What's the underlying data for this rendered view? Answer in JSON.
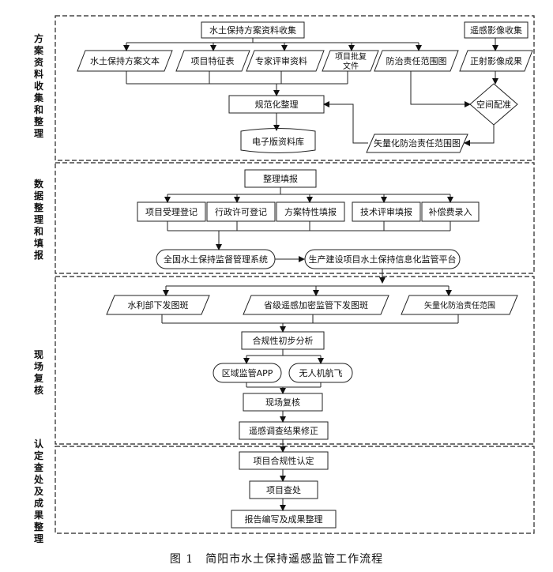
{
  "sections": {
    "s1": "方案资料收集和整理",
    "s2": "数据整理和填报",
    "s3": "现场复核",
    "s4": "认定查处及成果整理"
  },
  "nodes": {
    "collect": "水土保持方案资料收集",
    "rs_collect": "遥感影像收集",
    "doc_text": "水土保持方案文本",
    "feature_table": "项目特征表",
    "expert_review": "专家评审资料",
    "approval_1": "项目批复",
    "approval_2": "文件",
    "resp_map": "防治责任范围图",
    "ortho": "正射影像成果",
    "normalize": "规范化整理",
    "spatial_reg": "空间配准",
    "vector_resp": "矢量化防治责任范围图",
    "e_db": "电子版资料库",
    "fill_report": "整理填报",
    "reg_accept": "项目受理登记",
    "admin_permit": "行政许可登记",
    "plan_feature": "方案特性填报",
    "tech_review": "技术评审填报",
    "compensation": "补偿费录入",
    "nat_system": "全国水土保持监督管理系统",
    "prod_platform": "生产建设项目水土保持信息化监管平台",
    "mwr_spots": "水利部下发图斑",
    "prov_spots": "省级遥感加密监管下发图斑",
    "vector_resp2": "矢量化防治责任范围",
    "compliance_prelim": "合规性初步分析",
    "regional_app": "区域监管APP",
    "uav": "无人机航飞",
    "field_review": "现场复核",
    "rs_correction": "遥感调查结果修正",
    "compliance_confirm": "项目合规性认定",
    "investigation": "项目查处",
    "report": "报告编写及成果整理"
  },
  "caption": "图 1　简阳市水土保持遥感监管工作流程"
}
